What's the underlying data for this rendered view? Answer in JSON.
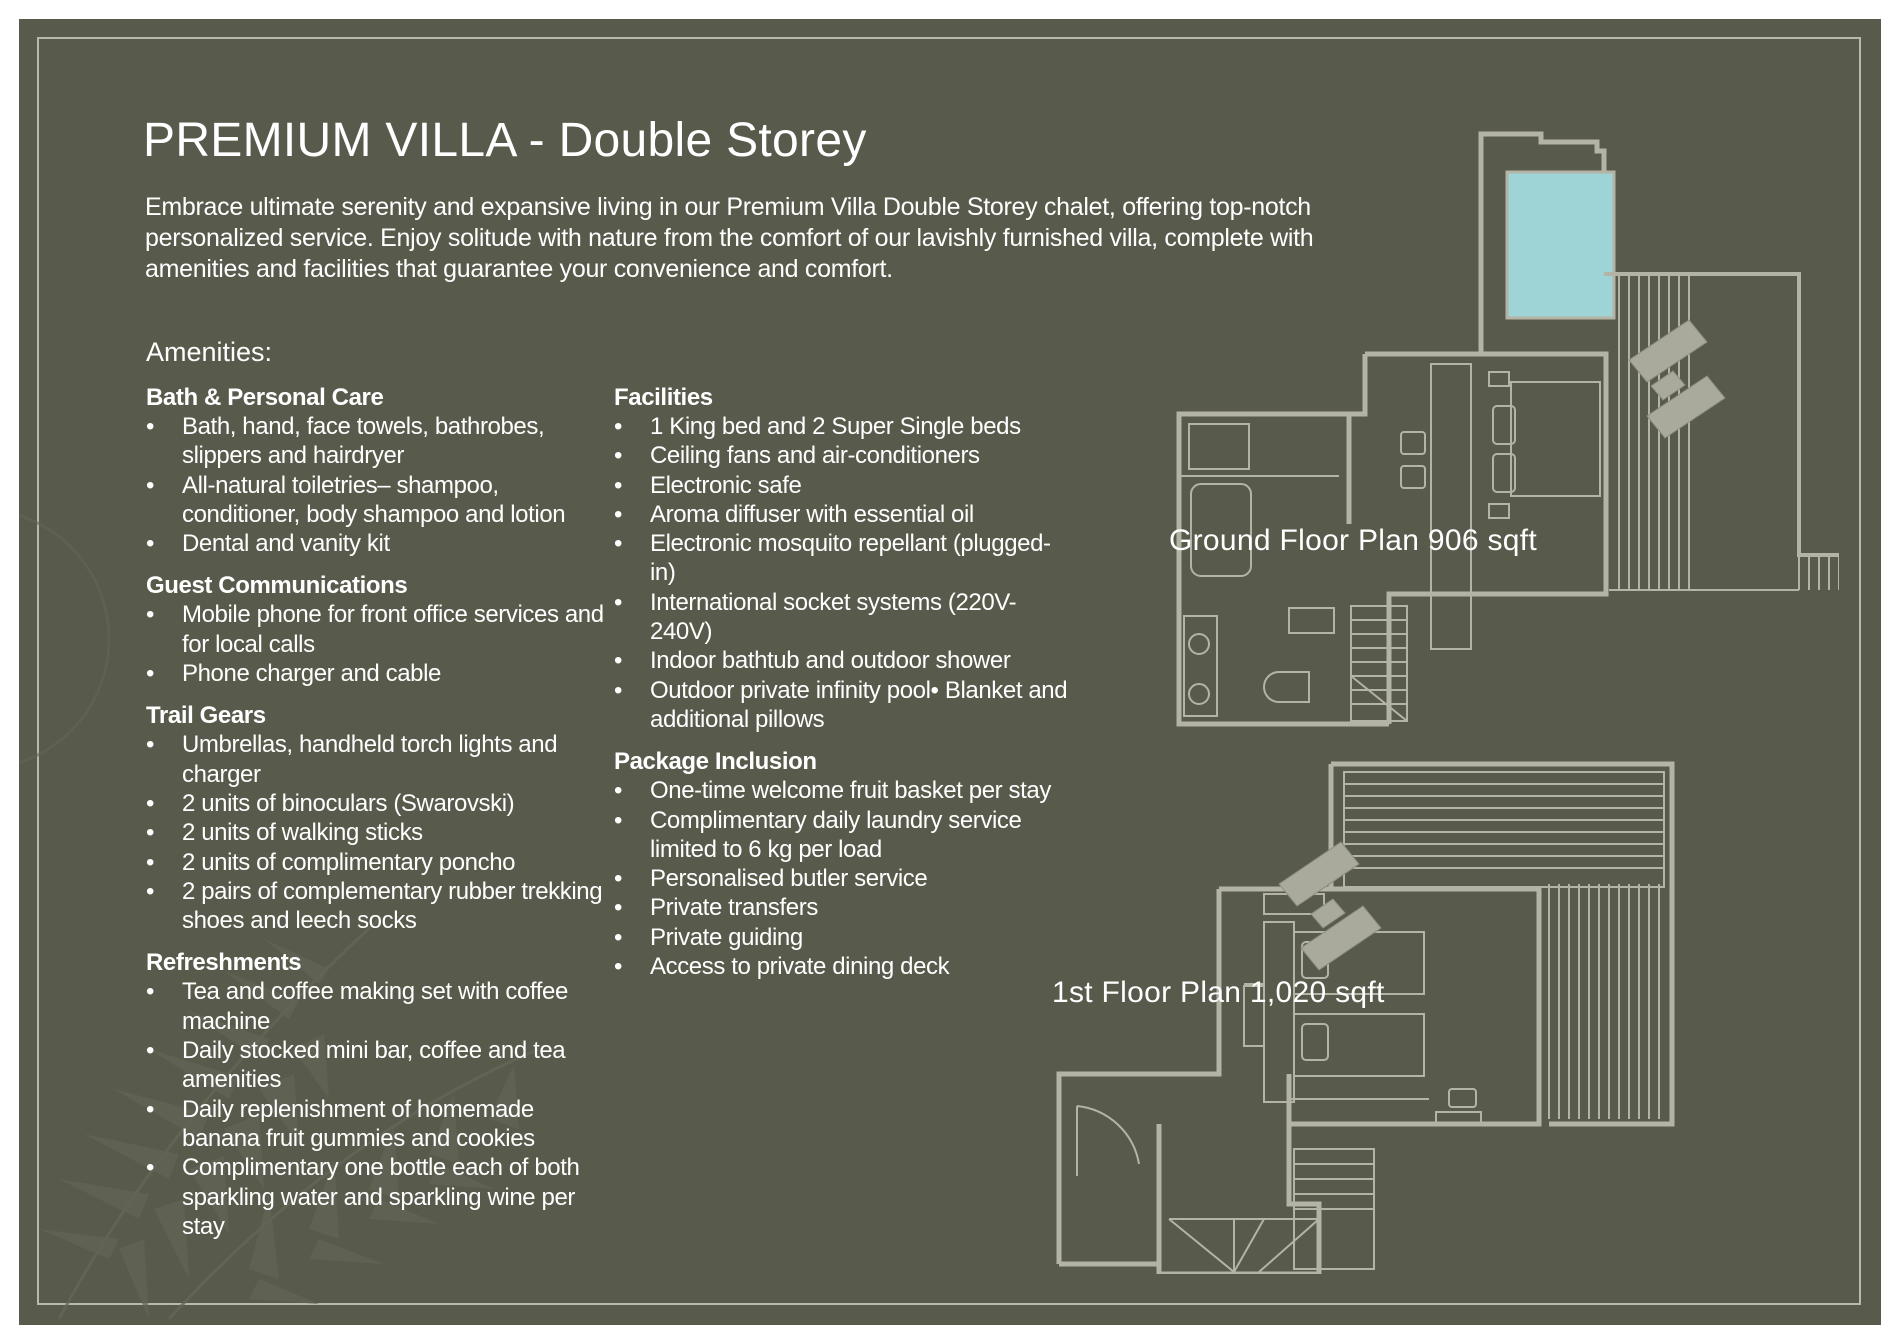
{
  "title": "PREMIUM VILLA - Double Storey",
  "intro": "Embrace ultimate serenity and expansive living in our Premium Villa Double Storey chalet, offering top-notch personalized service. Enjoy solitude with nature from the comfort of our lavishly furnished villa, complete with amenities and facilities that guarantee your convenience and comfort.",
  "amenities_heading": "Amenities:",
  "left_column": [
    {
      "heading": "Bath & Personal Care",
      "items": [
        "Bath, hand, face towels, bathrobes, slippers and hairdryer",
        "All-natural toiletries– shampoo, conditioner, body shampoo and lotion",
        "Dental and vanity kit"
      ]
    },
    {
      "heading": "Guest Communications",
      "items": [
        "Mobile phone for front office services and for local calls",
        "Phone charger and cable"
      ]
    },
    {
      "heading": "Trail Gears",
      "items": [
        "Umbrellas, handheld torch lights and charger",
        "2 units of binoculars (Swarovski)",
        "2 units of walking sticks",
        "2 units of complimentary poncho",
        "2 pairs of complementary rubber trekking shoes and leech socks"
      ]
    },
    {
      "heading": "Refreshments",
      "items": [
        "Tea and coffee making set with coffee machine",
        "Daily stocked mini bar, coffee and tea amenities",
        "Daily replenishment of homemade banana fruit gummies and cookies",
        "Complimentary one bottle each of both sparkling water and sparkling wine per stay"
      ]
    }
  ],
  "right_column": [
    {
      "heading": "Facilities",
      "items": [
        "1 King bed and 2 Super Single beds",
        "Ceiling fans and air-conditioners",
        "Electronic safe",
        "Aroma diffuser with essential oil",
        "Electronic mosquito repellant (plugged-in)",
        "International socket systems (220V-240V)",
        "Indoor bathtub and outdoor shower",
        "Outdoor private infinity pool• Blanket and additional pillows"
      ]
    },
    {
      "heading": "Package Inclusion",
      "items": [
        "One-time welcome fruit basket per stay",
        "Complimentary daily laundry service limited to 6 kg per load",
        "Personalised butler service",
        "Private transfers",
        "Private guiding",
        "Access to private dining deck"
      ]
    }
  ],
  "ground_floor_label": "Ground Floor Plan 906 sqft",
  "first_floor_label": "1st Floor Plan 1,020 sqft",
  "colors": {
    "background": "#585a4b",
    "frame": "#b8b9aa",
    "plan_line": "#b3b4a5",
    "pool": "#9fd4d6",
    "text": "#ffffff"
  }
}
